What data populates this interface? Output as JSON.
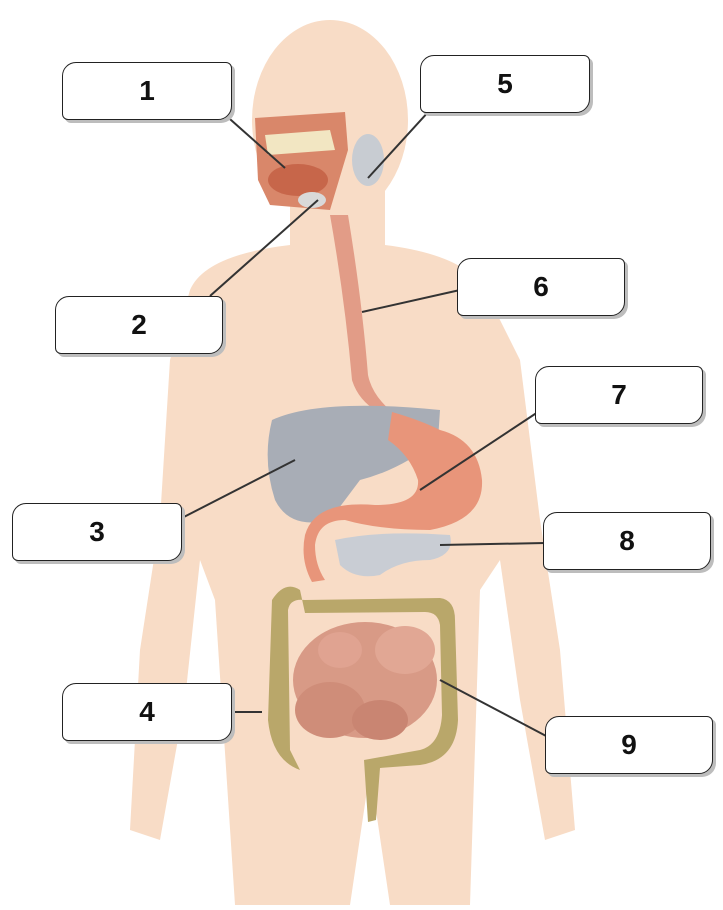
{
  "labels": [
    {
      "id": "1",
      "text": "1"
    },
    {
      "id": "2",
      "text": "2"
    },
    {
      "id": "3",
      "text": "3"
    },
    {
      "id": "4",
      "text": "4"
    },
    {
      "id": "5",
      "text": "5"
    },
    {
      "id": "6",
      "text": "6"
    },
    {
      "id": "7",
      "text": "7"
    },
    {
      "id": "8",
      "text": "8"
    },
    {
      "id": "9",
      "text": "9"
    }
  ],
  "colors": {
    "skin": "#f8dcc6",
    "mouth": "#d9876a",
    "esophagus": "#e29c87",
    "liver": "#a8adb6",
    "stomach": "#e8957a",
    "pancreas": "#c9cdd4",
    "large_intestine": "#b9a76a",
    "small_intestine": "#d89a86",
    "leader_line": "#333333"
  }
}
